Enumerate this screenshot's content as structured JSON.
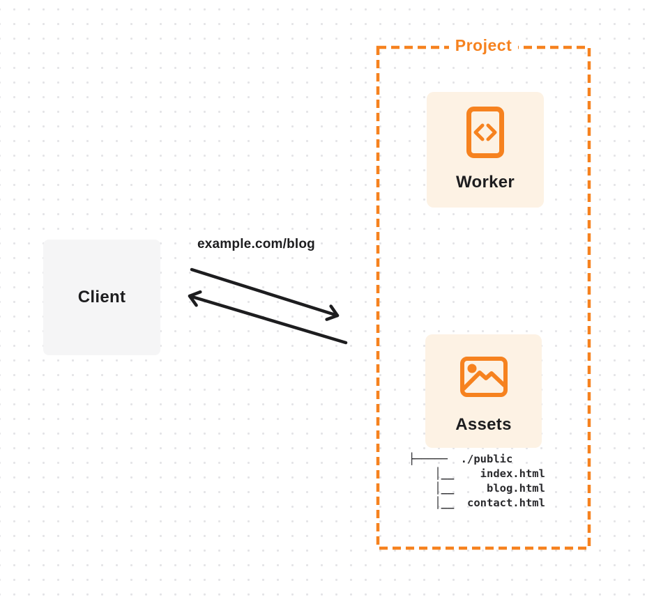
{
  "diagram": {
    "client": {
      "label": "Client"
    },
    "request_label": "example.com/blog",
    "project": {
      "label": "Project",
      "worker": {
        "label": "Worker"
      },
      "assets": {
        "label": "Assets"
      },
      "file_tree": {
        "lines": [
          "├─────  ./public",
          "    │__    index.html",
          "    │__     blog.html",
          "    │__  contact.html"
        ]
      }
    }
  },
  "colors": {
    "accent-orange": "#F6821F",
    "card-bg": "#FDF2E4",
    "client-bg": "#F5F5F6",
    "text-dark": "#1D1D1F",
    "dot-grid": "#E4E4E7"
  },
  "icons": {
    "worker": "code-file-icon",
    "assets": "image-icon",
    "request": "double-arrow-icon"
  }
}
